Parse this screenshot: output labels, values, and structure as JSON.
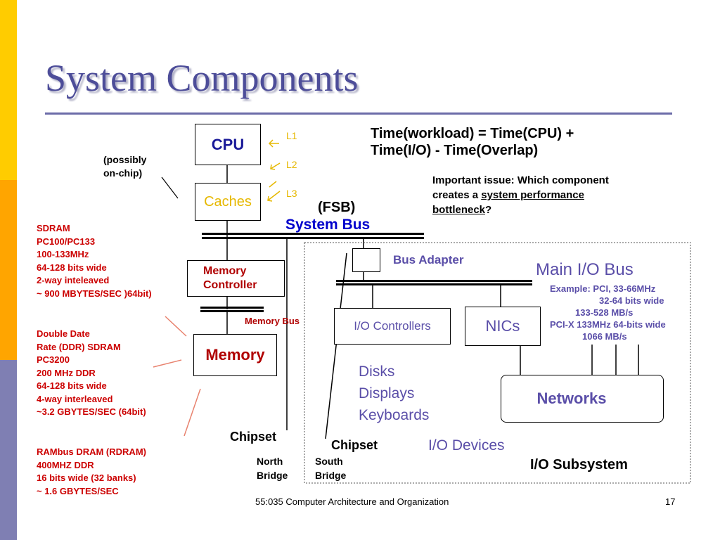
{
  "slide": {
    "title": "System Components",
    "footer": "55:035 Computer Architecture and Organization",
    "page_number": "17"
  },
  "formula": {
    "line1": "Time(workload) = Time(CPU) +",
    "line2": "Time(I/O) - Time(Overlap)"
  },
  "issue": {
    "line1": "Important issue: Which component",
    "line2_prefix": "creates a ",
    "line2_underlined": "system performance",
    "line3_underlined": "bottleneck",
    "line3_suffix": "?"
  },
  "boxes": {
    "cpu": "CPU",
    "caches": "Caches",
    "memory_controller_line1": "Memory",
    "memory_controller_line2": "Controller",
    "memory": "Memory",
    "io_controllers": "I/O Controllers",
    "nics": "NICs",
    "networks": "Networks"
  },
  "cache_levels": [
    "L1",
    "L2",
    "L3"
  ],
  "labels": {
    "on_chip_line1": "(possibly",
    "on_chip_line2": "on-chip)",
    "fsb": "(FSB)",
    "system_bus": "System Bus",
    "bus_adapter": "Bus Adapter",
    "main_io_bus": "Main I/O Bus",
    "memory_bus": "Memory Bus",
    "chipset_north": "Chipset",
    "north_line1": "North",
    "north_line2": "Bridge",
    "chipset_south": "Chipset",
    "south_line1": "South",
    "south_line2": "Bridge",
    "io_devices": "I/O Devices",
    "io_subsystem": "I/O Subsystem"
  },
  "devices": [
    "Disks",
    "Displays",
    "Keyboards"
  ],
  "bus_example": [
    "Example:  PCI,  33-66MHz",
    "32-64 bits wide",
    "133-528 MB/s",
    "PCI-X  133MHz  64-bits wide",
    "1066 MB/s"
  ],
  "memory_types": {
    "sdram": [
      "SDRAM",
      "PC100/PC133",
      "100-133MHz",
      "64-128 bits wide",
      "2-way inteleaved",
      "~ 900 MBYTES/SEC )64bit)"
    ],
    "ddr": [
      "Double Date",
      "Rate  (DDR) SDRAM",
      "PC3200",
      "200 MHz  DDR",
      "64-128 bits wide",
      "4-way interleaved",
      "~3.2 GBYTES/SEC (64bit)"
    ],
    "rdram": [
      "RAMbus DRAM (RDRAM)",
      "400MHZ DDR",
      "16 bits wide (32 banks)",
      "~ 1.6 GBYTES/SEC"
    ]
  },
  "colors": {
    "sidebar_top": "#FFCC00",
    "sidebar_middle": "#FFA500",
    "sidebar_bottom": "#7F7FB3",
    "title": "#4D4D99",
    "cache_yellow": "#E6B800",
    "system_bus_blue": "#0000CC",
    "memory_spec_red": "#CC0000"
  }
}
